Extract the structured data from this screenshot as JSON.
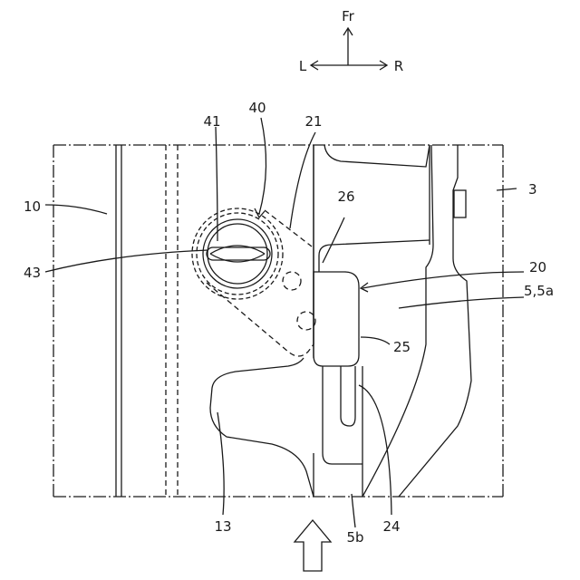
{
  "compass": {
    "front": "Fr",
    "left": "L",
    "right": "R"
  },
  "labels": {
    "l3": "3",
    "l10": "10",
    "l13": "13",
    "l20": "20",
    "l21": "21",
    "l24": "24",
    "l25": "25",
    "l26": "26",
    "l40": "40",
    "l41": "41",
    "l43": "43",
    "l5_5a": "5,5a",
    "l5b": "5b"
  },
  "colors": {
    "line": "#1a1a1a",
    "background": "#ffffff"
  }
}
